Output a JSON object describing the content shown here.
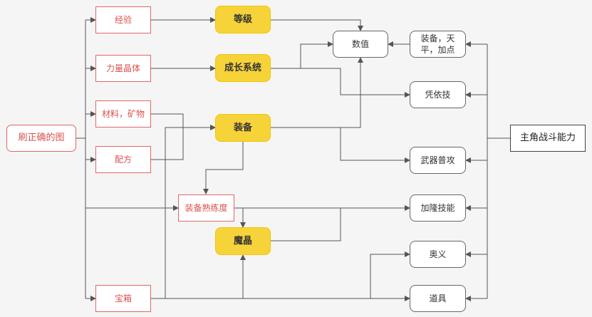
{
  "nodes": {
    "start": "刷正确的图",
    "exp": "经验",
    "crystal": "力量晶体",
    "materials": "材料，矿物",
    "recipe": "配方",
    "chest": "宝箱",
    "level": "等级",
    "growth": "成长系统",
    "equip": "装备",
    "mastery": "装备熟练度",
    "magic": "魔晶",
    "stats": "数值",
    "equip_title": "装备，天平，加点",
    "talisman": "凭依技",
    "weapon_attack": "武器普攻",
    "jialong": "加隆技能",
    "ultimate": "奥义",
    "items": "道具",
    "combat": "主角战斗能力"
  },
  "colors": {
    "red": "#e06666",
    "yellow": "#f7d33a",
    "edge": "#555555"
  }
}
